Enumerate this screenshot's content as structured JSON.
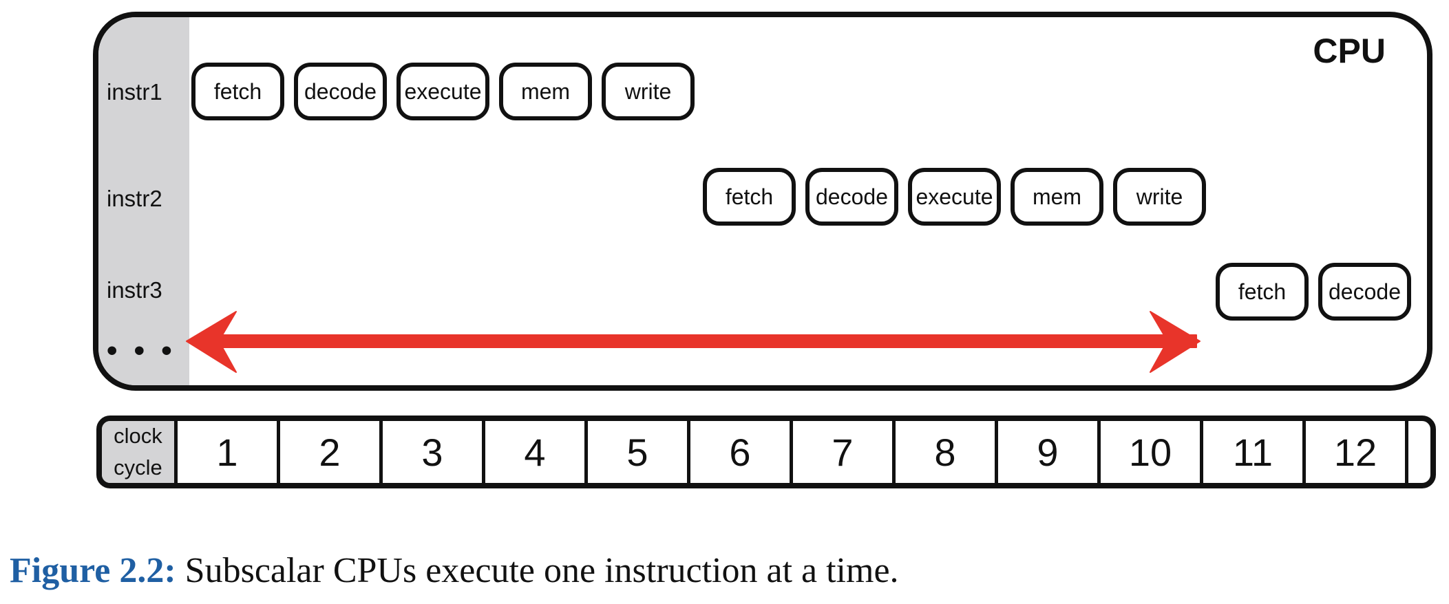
{
  "cpu": {
    "title": "CPU",
    "rows": [
      {
        "label": "instr1",
        "stages": [
          "fetch",
          "decode",
          "execute",
          "mem",
          "write"
        ]
      },
      {
        "label": "instr2",
        "stages": [
          "fetch",
          "decode",
          "execute",
          "mem",
          "write"
        ]
      },
      {
        "label": "instr3",
        "stages": [
          "fetch",
          "decode"
        ]
      }
    ],
    "ellipsis": "• • •",
    "arrow_color": "#e8342a"
  },
  "clock": {
    "label_line1": "clock",
    "label_line2": "cycle",
    "cycles": [
      "1",
      "2",
      "3",
      "4",
      "5",
      "6",
      "7",
      "8",
      "9",
      "10",
      "11",
      "12"
    ]
  },
  "caption": {
    "figure": "Figure 2.2:",
    "text": "Subscalar CPUs execute one instruction at a time.",
    "figure_color": "#1f5fa3"
  }
}
